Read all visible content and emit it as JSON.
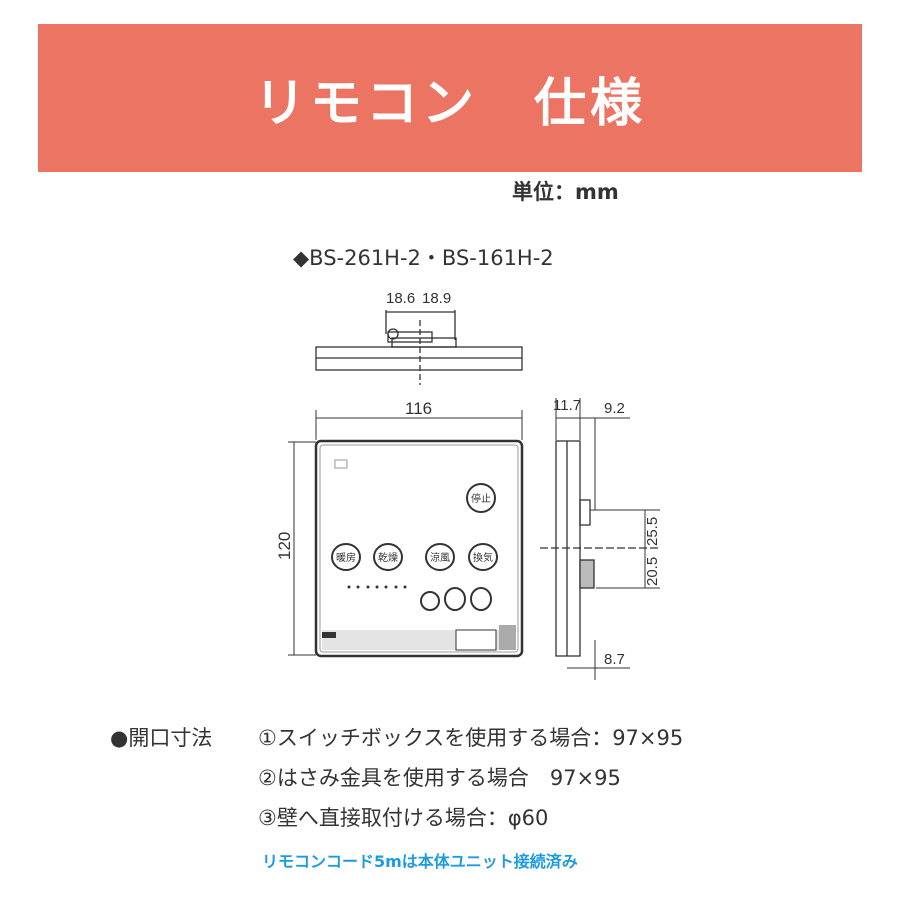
{
  "banner": {
    "title": "リモコン　仕様",
    "color": "#ec7462"
  },
  "unit": "単位：mm",
  "model": "◆BS-261H-2・BS-161H-2",
  "dimensions": {
    "top_left": "18.6",
    "top_right": "18.9",
    "width": "116",
    "height": "120",
    "depth": "11.7",
    "bracket": "9.2",
    "upper_offset": "25.5",
    "lower_offset": "20.5",
    "bottom_depth": "8.7"
  },
  "remote_buttons": {
    "stop": "停止",
    "heating": "暖房",
    "drying": "乾燥",
    "cool": "涼風",
    "ventilation": "換気"
  },
  "opening": {
    "label": "●開口寸法",
    "items": [
      "①スイッチボックスを使用する場合：97×95",
      "②はさみ金具を使用する場合　97×95",
      "③壁へ直接取付ける場合：φ60"
    ]
  },
  "note": {
    "text": "リモコンコード5mは本体ユニット接続済み",
    "color": "#1e9be0"
  }
}
